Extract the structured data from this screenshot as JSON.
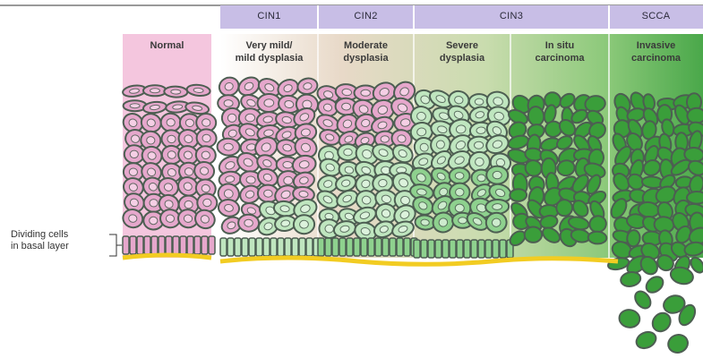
{
  "header": {
    "stages": [
      {
        "label": "CIN1"
      },
      {
        "label": "CIN2"
      },
      {
        "label": "CIN3"
      },
      {
        "label": "SCCA"
      }
    ]
  },
  "columns": [
    {
      "line1": "Normal",
      "line2": ""
    },
    {
      "line1": "Very mild/",
      "line2": "mild dysplasia"
    },
    {
      "line1": "Moderate",
      "line2": "dysplasia"
    },
    {
      "line1": "Severe",
      "line2": "dysplasia"
    },
    {
      "line1": "In situ",
      "line2": "carcinoma"
    },
    {
      "line1": "Invasive",
      "line2": "carcinoma"
    }
  ],
  "basal_label": {
    "line1": "Dividing cells",
    "line2": "in basal layer"
  },
  "colors": {
    "header_band": "#c8bee6",
    "normal_bg": "#f4c6de",
    "pink_cell": "#e6a7cc",
    "pale_green_cell": "#bfe6bf",
    "mid_green_cell": "#8ed18e",
    "dark_green_cell": "#3a9e3a",
    "cell_outline": "#4d5e52",
    "basement_membrane": "#f2cc22",
    "invasive_bg": "#5bb35b"
  }
}
